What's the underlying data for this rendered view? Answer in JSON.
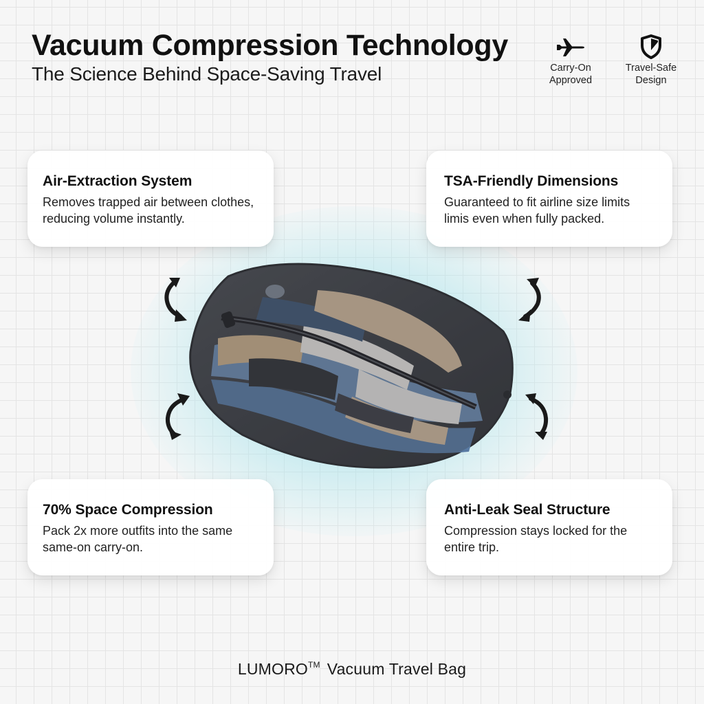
{
  "header": {
    "title": "Vacuum Compression Technology",
    "subtitle": "The Science Behind Space-Saving Travel"
  },
  "badges": [
    {
      "icon": "airplane-icon",
      "line1": "Carry-On",
      "line2": "Approved"
    },
    {
      "icon": "shield-icon",
      "line1": "Travel-Safe",
      "line2": "Design"
    }
  ],
  "features": [
    {
      "title": "Air-Extraction System",
      "line1": "Removes trapped air between clothes,",
      "line2": "reducing volume instantly."
    },
    {
      "title": "TSA-Friendly Dimensions",
      "line1": "Guaranteed to fit airline size limits",
      "line2": "limis even when fully packed."
    },
    {
      "title": "70% Space Compression",
      "line1": "Pack 2x more outfits into the same",
      "line2": "same-on carry-on."
    },
    {
      "title": "Anti-Leak Seal Structure",
      "line1": "Compression stays locked for the",
      "line2": "entire trip."
    }
  ],
  "product_image": {
    "subject": "vacuum-compressed travel bag with folded clothes"
  },
  "footer": {
    "brand": "LUMORO",
    "trademark": "TM",
    "product": "Vacuum Travel Bag"
  },
  "colors": {
    "background": "#f6f6f6",
    "grid": "#e4e4e4",
    "glow": "#96dee8",
    "text": "#121212",
    "card": "#ffffff"
  }
}
